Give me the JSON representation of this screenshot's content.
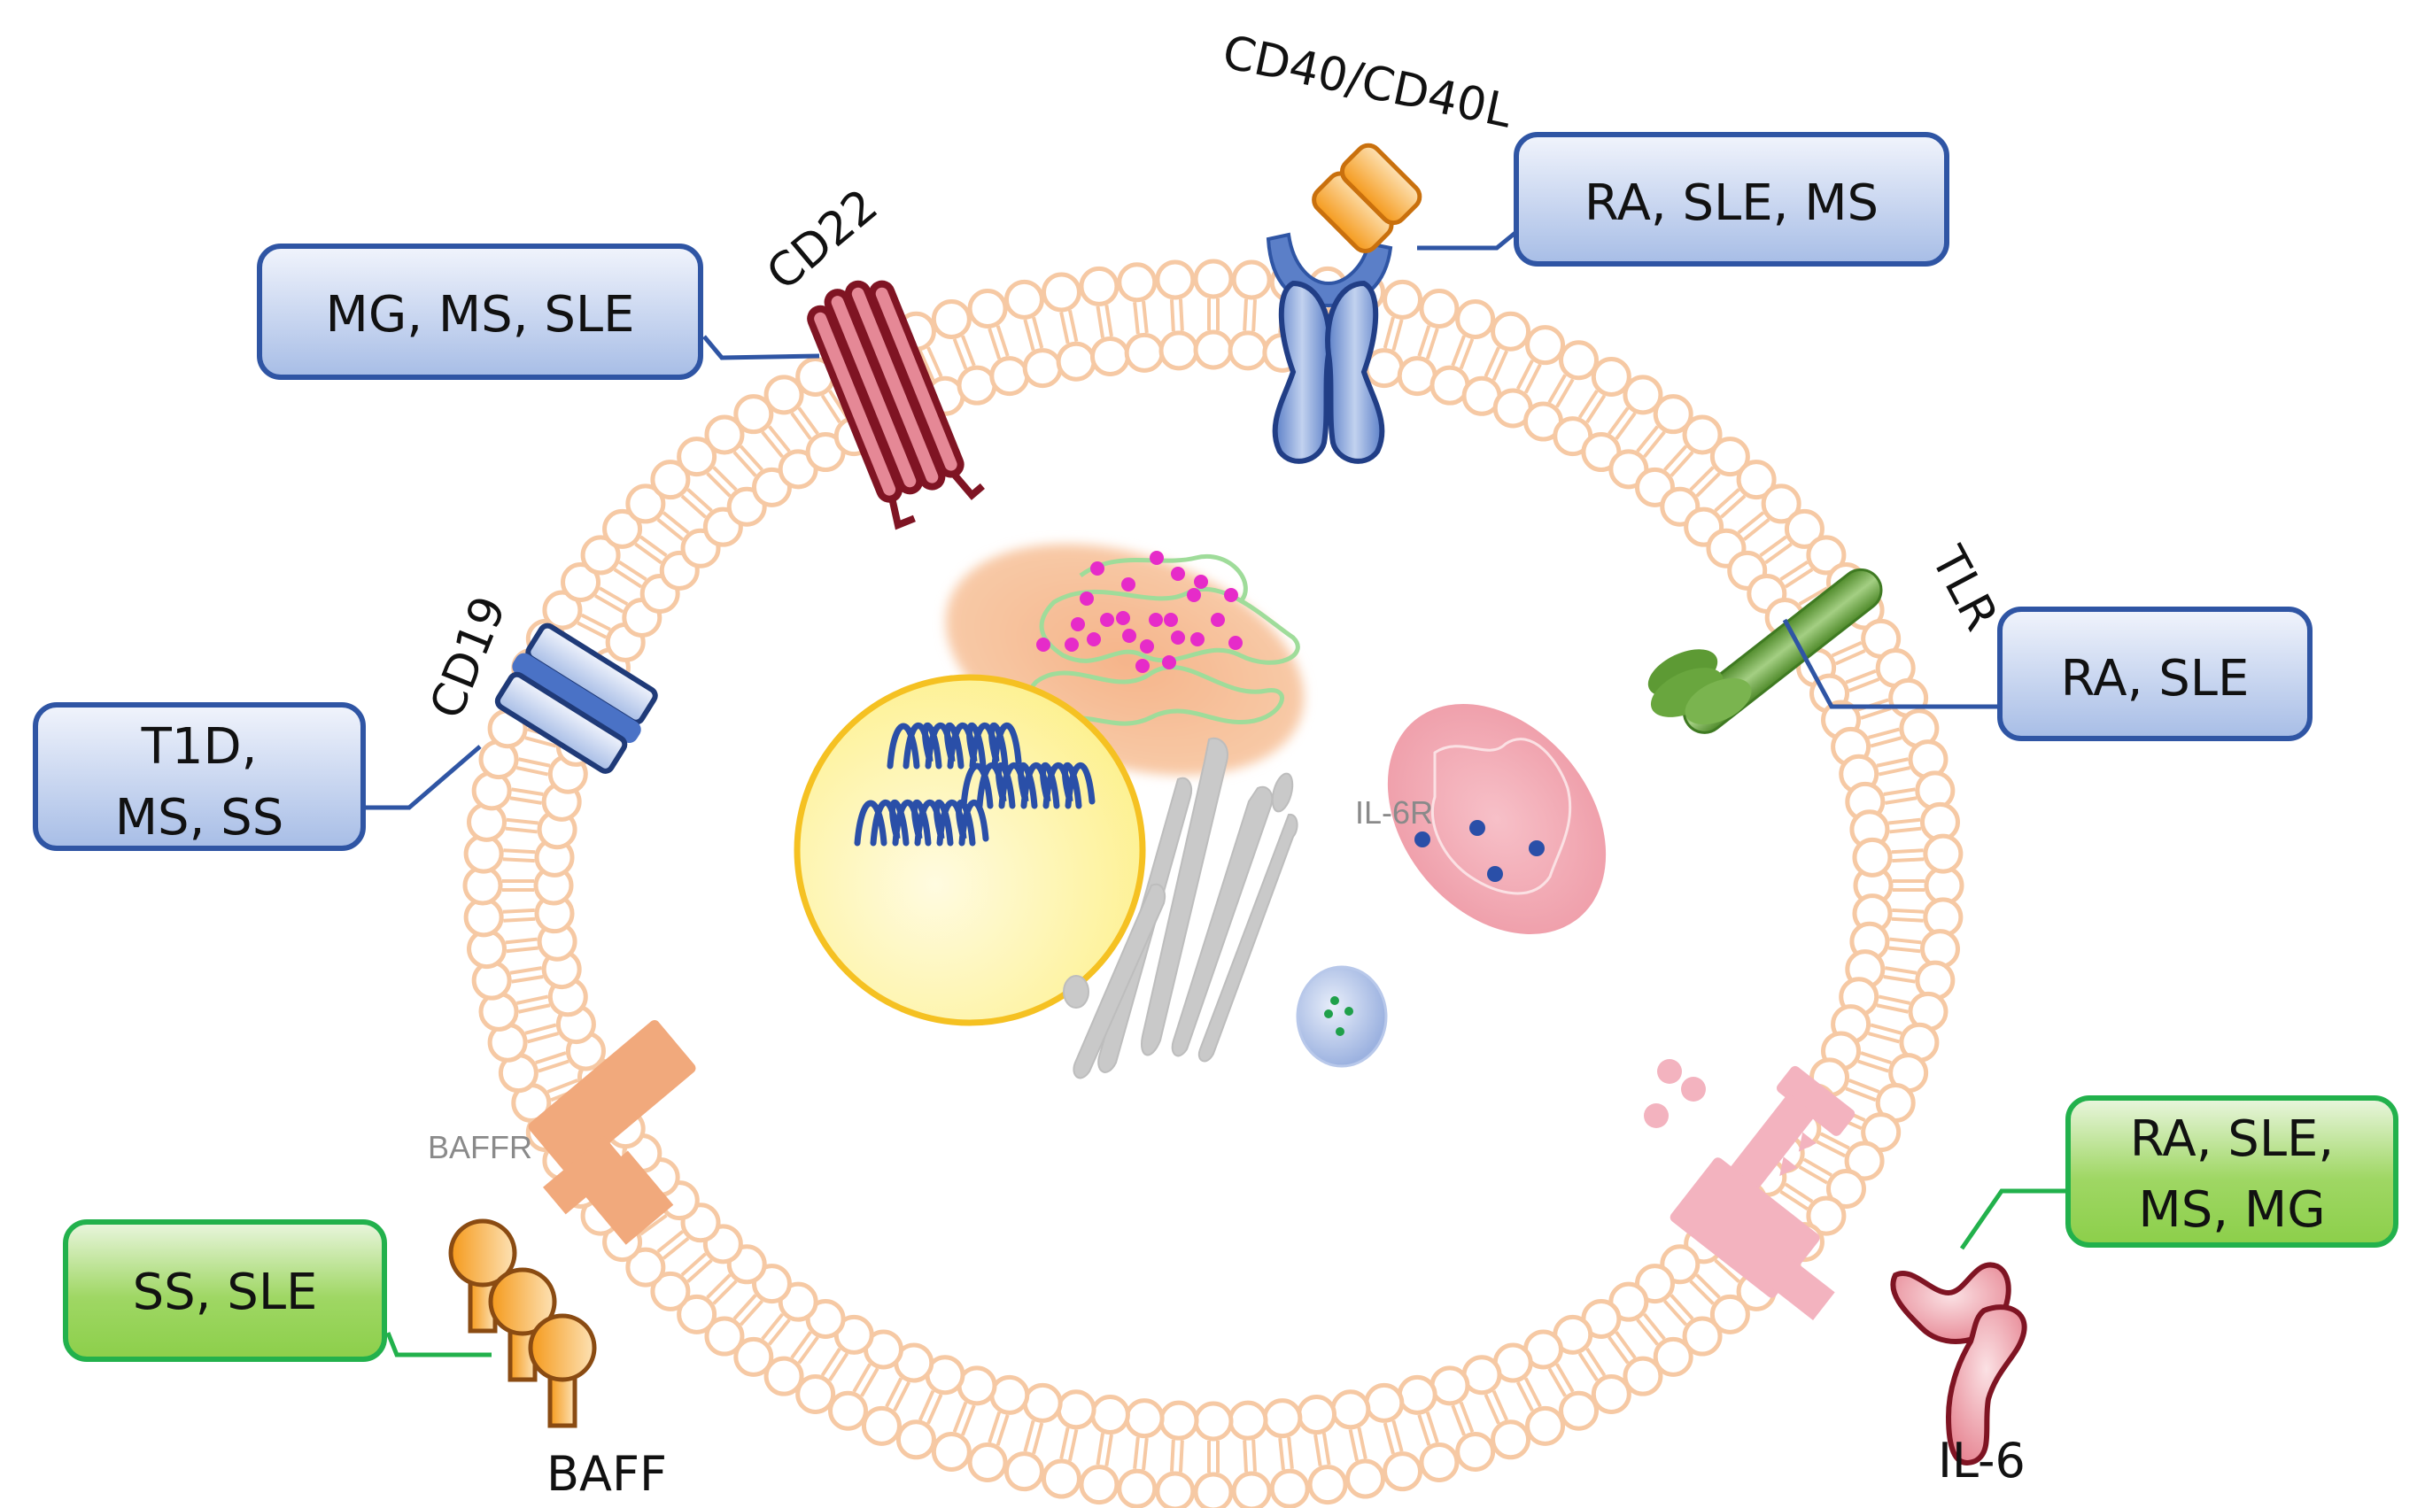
{
  "title": "B cell surface targets and associated autoimmune diseases",
  "colors": {
    "membrane": "#f6c9a4",
    "blue_box_border": "#2f55a4",
    "blue_box_top": "#eef2fb",
    "blue_box_bottom": "#a9bfe6",
    "green_box_border": "#22b14c",
    "green_box_top": "#e6f4da",
    "green_box_bottom": "#8ccf4d"
  },
  "receptors": {
    "cd40": {
      "label": "CD40/CD40L",
      "diseases": [
        "RA, SLE, MS"
      ]
    },
    "cd22": {
      "label": "CD22",
      "diseases": [
        "MG, MS, SLE"
      ]
    },
    "cd19": {
      "label": "CD19",
      "diseases": [
        "T1D,",
        "MS,  SS"
      ]
    },
    "tlr": {
      "label": "TLR",
      "diseases": [
        "RA, SLE"
      ]
    },
    "baff": {
      "label": "BAFF",
      "receptor_label": "BAFFR",
      "diseases": [
        "SS, SLE"
      ]
    },
    "il6": {
      "label": "IL-6",
      "receptor_label": "IL-6R",
      "diseases": [
        "RA, SLE,",
        "MS, MG"
      ]
    }
  },
  "organelles": [
    "nucleus",
    "endoplasmic-reticulum",
    "golgi-apparatus",
    "mitochondrion",
    "vesicle"
  ]
}
